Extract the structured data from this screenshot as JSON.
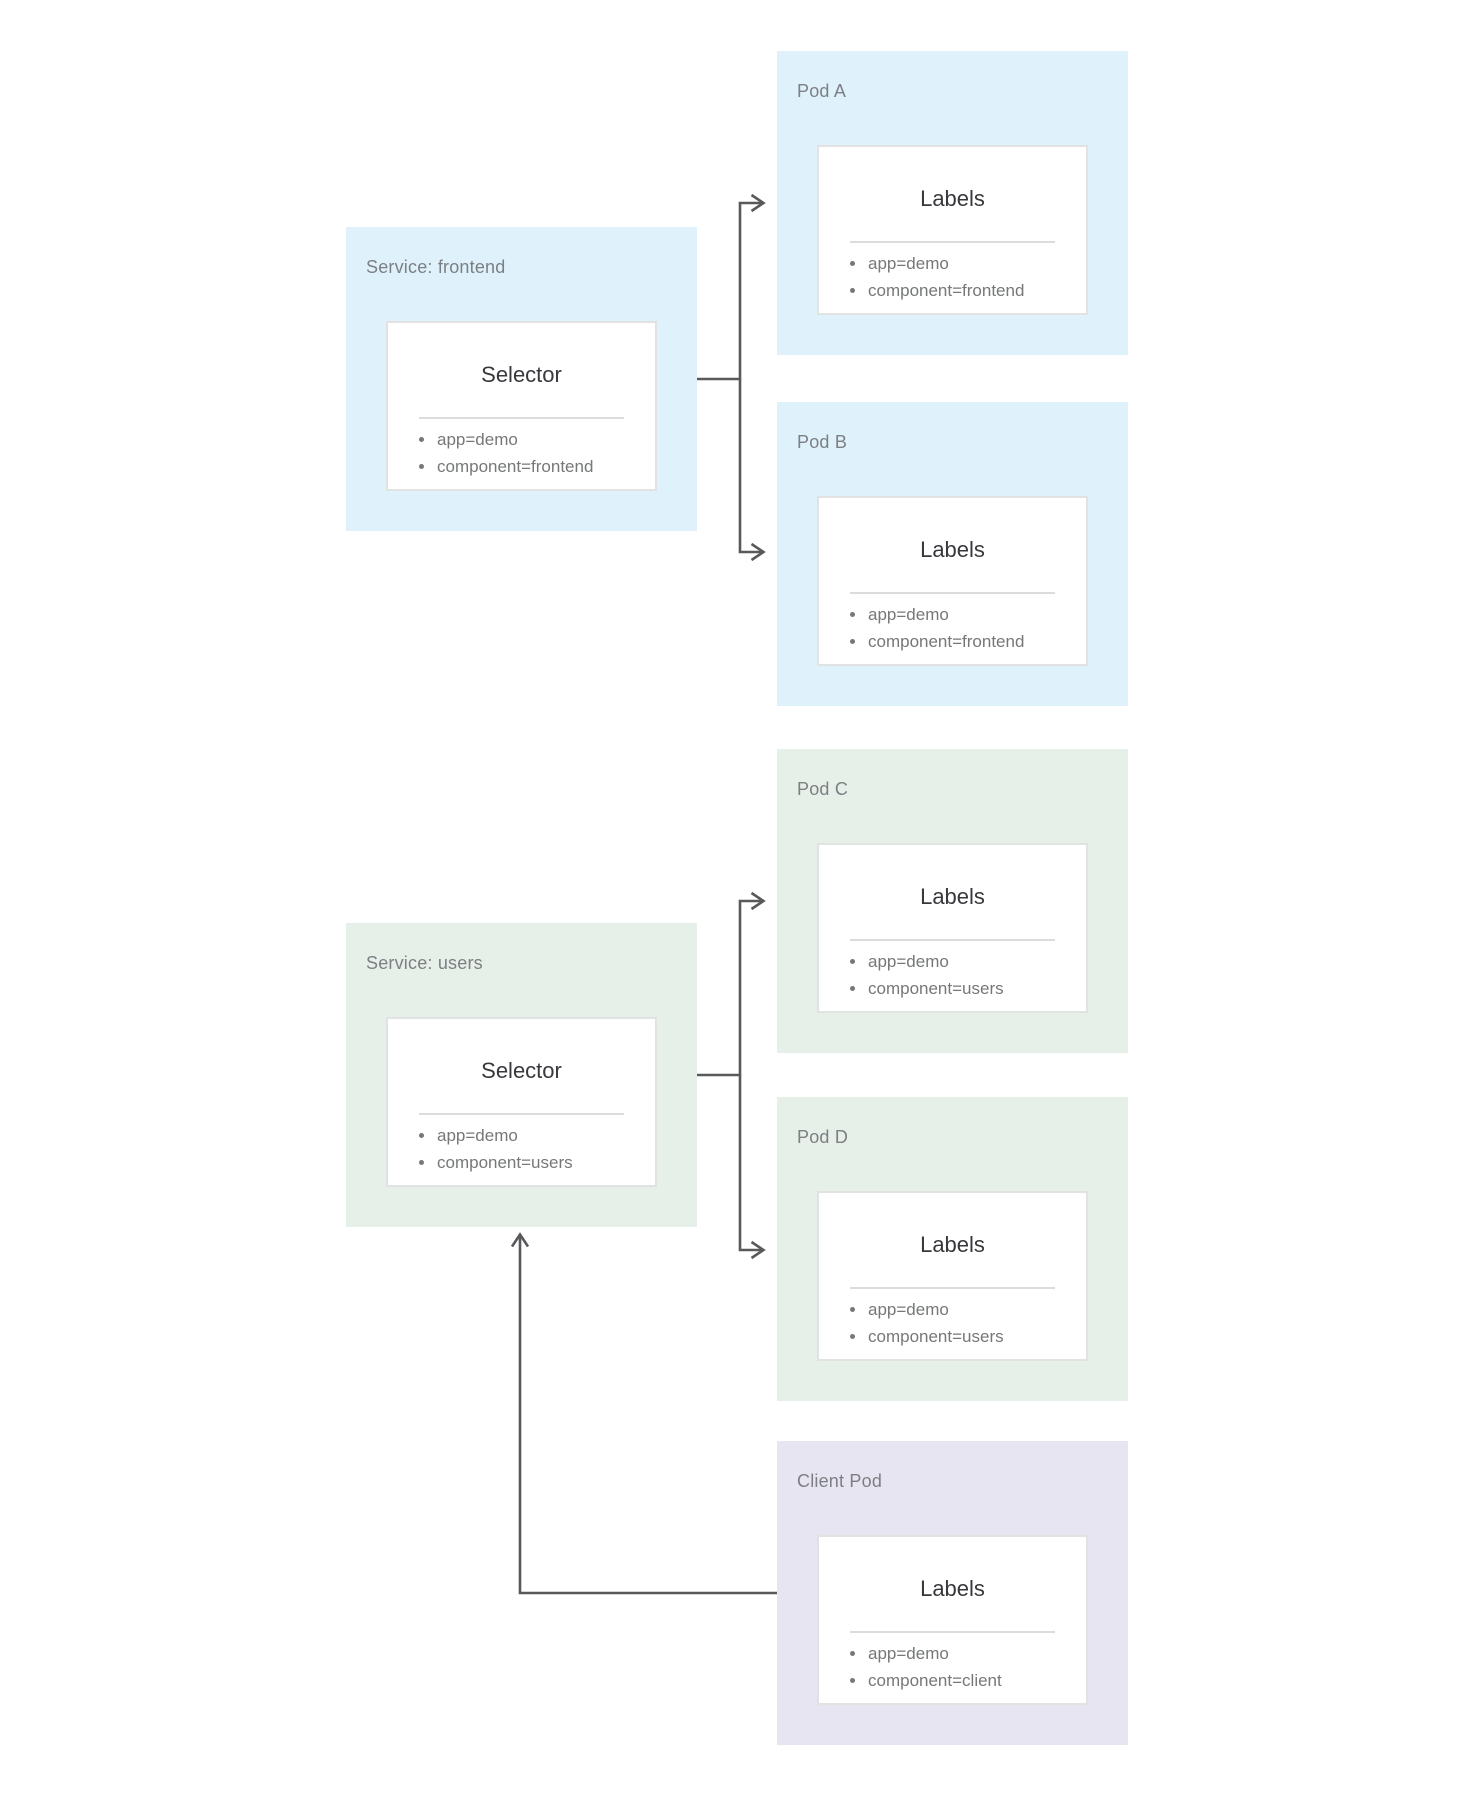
{
  "boxes": [
    {
      "id": "pod-a",
      "label": "Pod A",
      "card_title": "Labels",
      "items": [
        "app=demo",
        "component=frontend"
      ]
    },
    {
      "id": "service-frontend",
      "label": "Service: frontend",
      "card_title": "Selector",
      "items": [
        "app=demo",
        "component=frontend"
      ]
    },
    {
      "id": "pod-b",
      "label": "Pod B",
      "card_title": "Labels",
      "items": [
        "app=demo",
        "component=frontend"
      ]
    },
    {
      "id": "pod-c",
      "label": "Pod C",
      "card_title": "Labels",
      "items": [
        "app=demo",
        "component=users"
      ]
    },
    {
      "id": "service-users",
      "label": "Service: users",
      "card_title": "Selector",
      "items": [
        "app=demo",
        "component=users"
      ]
    },
    {
      "id": "pod-d",
      "label": "Pod D",
      "card_title": "Labels",
      "items": [
        "app=demo",
        "component=users"
      ]
    },
    {
      "id": "client-pod",
      "label": "Client Pod",
      "card_title": "Labels",
      "items": [
        "app=demo",
        "component=client"
      ]
    }
  ],
  "colors": {
    "service_pod_blue": "#dff2fc",
    "service_pod_green": "#e7efe9",
    "client_pod_purple": "#e8e5f3",
    "card_background": "#ffffff",
    "card_border": "#e2e2e2",
    "divider_gray": "#dbdcde",
    "group_label_text": "#7c7f83",
    "card_title_text": "#36383b",
    "item_text": "#757779",
    "arrow_gray": "#58595b"
  }
}
